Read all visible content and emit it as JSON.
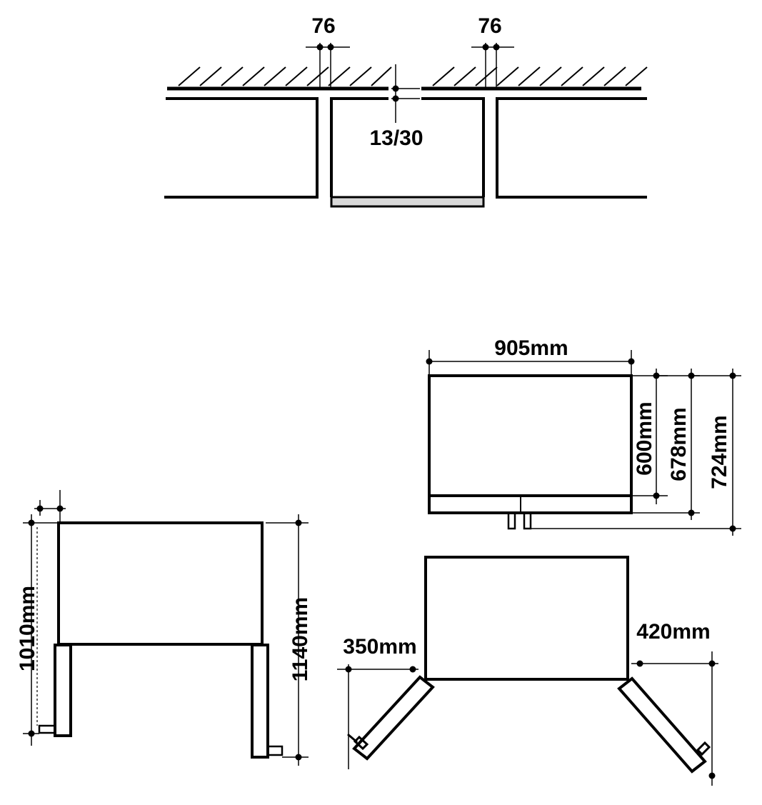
{
  "installation_plan": {
    "clearance_left": "76",
    "clearance_right": "76",
    "gap_label": "13/30"
  },
  "front_view": {
    "width": "905mm",
    "depth_body": "600mm",
    "depth_with_doors": "678mm",
    "depth_with_handles": "724mm"
  },
  "side_view": {
    "height_body": "1010mm",
    "height_door_open": "1140mm"
  },
  "top_view_doors_open": {
    "left_door_clearance": "350mm",
    "right_door_clearance": "420mm"
  },
  "colors": {
    "line": "#000000",
    "plinth_fill": "#d9d9d9",
    "background": "#ffffff"
  }
}
